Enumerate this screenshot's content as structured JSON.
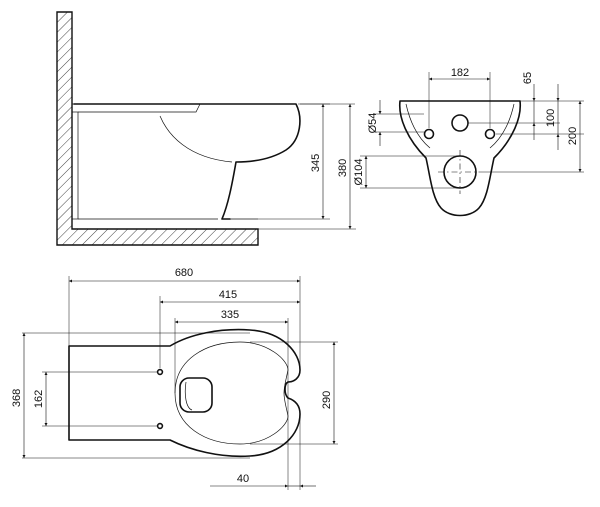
{
  "side_view": {
    "dim_height_345": "345",
    "dim_height_380": "380"
  },
  "front_view": {
    "dim_bolt_spacing": "182",
    "dim_top_offset": "65",
    "dim_bolt_height": "100",
    "dim_outlet_height": "200",
    "dim_bolt_hole": "Ø54",
    "dim_outlet_diameter": "Ø104"
  },
  "top_view": {
    "dim_total_length": "680",
    "dim_415": "415",
    "dim_opening_length": "335",
    "dim_overall_width": "368",
    "dim_fixing_spacing": "162",
    "dim_rim_width": "290",
    "dim_rim_offset": "40"
  }
}
